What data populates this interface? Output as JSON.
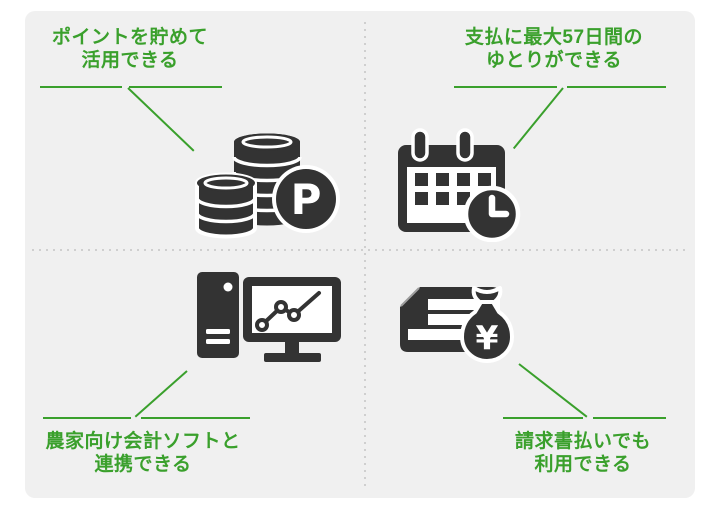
{
  "colors": {
    "accent_green": "#3aa02c",
    "icon_dark": "#333333",
    "panel_bg": "#f0f0f0",
    "page_bg": "#ffffff",
    "divider": "#cfcfcf"
  },
  "quadrants": [
    {
      "id": "points",
      "label_line1": "ポイントを貯めて",
      "label_line2": "活用できる",
      "icon": "coins-with-p-badge-icon"
    },
    {
      "id": "payment-terms",
      "label_line1": "支払に最大57日間の",
      "label_line2": "ゆとりができる",
      "icon": "calendar-clock-icon"
    },
    {
      "id": "accounting-software",
      "label_line1": "農家向け会計ソフトと",
      "label_line2": "連携できる",
      "icon": "computer-chart-icon"
    },
    {
      "id": "invoice-payment",
      "label_line1": "請求書払いでも",
      "label_line2": "利用できる",
      "icon": "invoice-money-bag-icon"
    }
  ],
  "icon_glyphs": {
    "point_badge_letter": "P",
    "yen_symbol": "¥"
  }
}
